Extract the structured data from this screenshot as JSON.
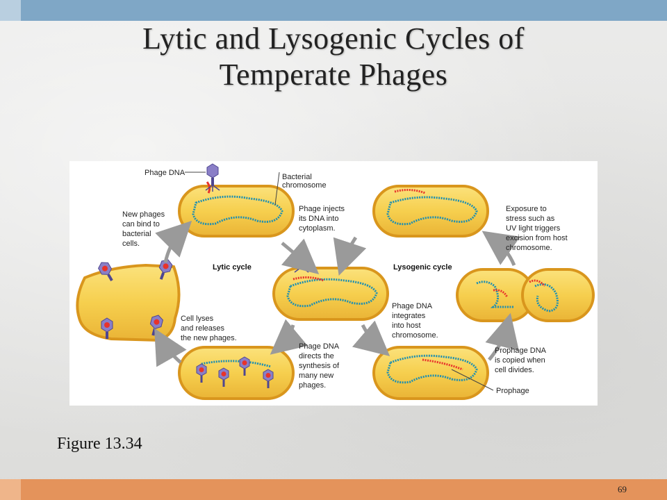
{
  "slide": {
    "title_line1": "Lytic and Lysogenic Cycles of",
    "title_line2": "Temperate Phages",
    "caption": "Figure 13.34",
    "page_number": "69"
  },
  "diagram": {
    "cycle_labels": {
      "lytic": "Lytic cycle",
      "lysogenic": "Lysogenic cycle"
    },
    "labels": {
      "phage_dna": "Phage DNA",
      "bacterial_chromosome": [
        "Bacterial",
        "chromosome"
      ],
      "phage_injects": [
        "Phage injects",
        "its DNA into",
        "cytoplasm."
      ],
      "new_phages_bind": [
        "New phages",
        "can bind to",
        "bacterial",
        "cells."
      ],
      "cell_lyses": [
        "Cell lyses",
        "and releases",
        "the new phages."
      ],
      "phage_dna_directs": [
        "Phage DNA",
        "directs the",
        "synthesis of",
        "many new",
        "phages."
      ],
      "phage_dna_integrates": [
        "Phage DNA",
        "integrates",
        "into host",
        "chromosome."
      ],
      "exposure_to_stress": [
        "Exposure to",
        "stress such as",
        "UV light triggers",
        "excision from host",
        "chromosome."
      ],
      "prophage_copied": [
        "Prophage DNA",
        "is copied when",
        "cell divides."
      ],
      "prophage": "Prophage"
    }
  },
  "colors": {
    "top_bar": "#7fa7c6",
    "bottom_bar": "#e4935b",
    "cell_fill": "#f6cf4e",
    "cell_wall": "#d9961d",
    "bacterial_dna": "#1f8fb0",
    "phage_dna": "#e8332b",
    "phage_head": "#8a7fc7"
  }
}
